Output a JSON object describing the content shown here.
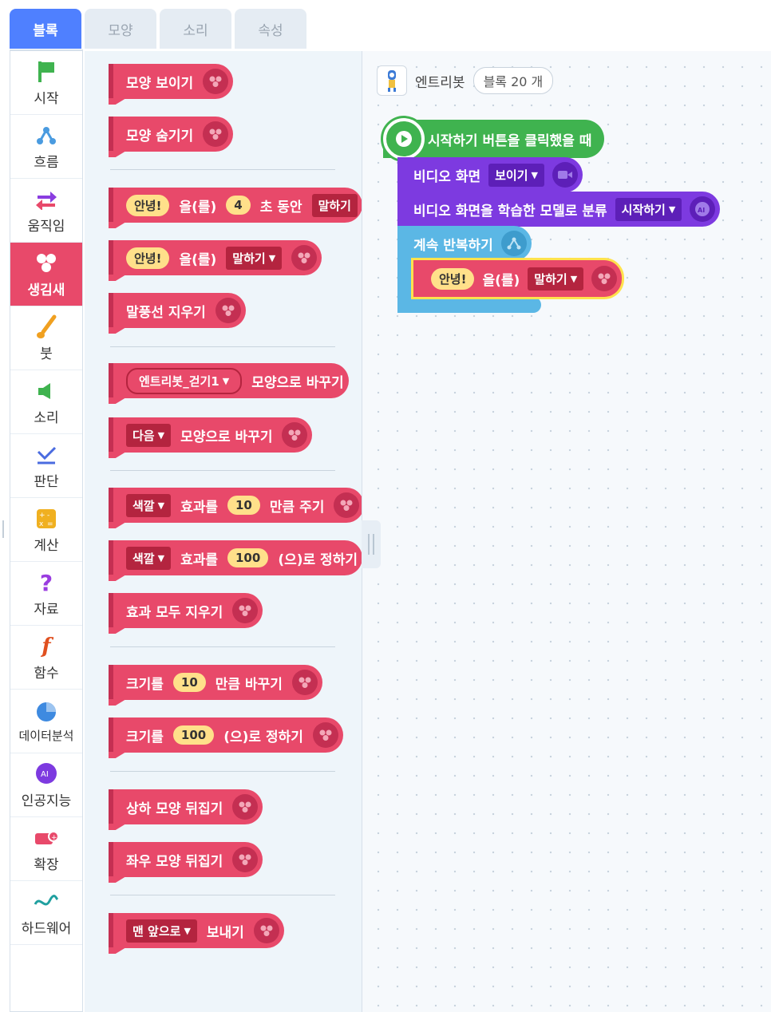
{
  "tabs": [
    "블록",
    "모양",
    "소리",
    "속성"
  ],
  "categories": [
    {
      "label": "시작",
      "icon": "flag-icon",
      "color": "#3fb34f"
    },
    {
      "label": "흐름",
      "icon": "flow-icon",
      "color": "#4a9be0"
    },
    {
      "label": "움직임",
      "icon": "move-arrows-icon",
      "color": "#8a3de0"
    },
    {
      "label": "생김새",
      "icon": "looks-icon",
      "color": "#ffffff"
    },
    {
      "label": "붓",
      "icon": "brush-icon",
      "color": "#f0a020"
    },
    {
      "label": "소리",
      "icon": "speaker-icon",
      "color": "#3fb34f"
    },
    {
      "label": "판단",
      "icon": "check-icon",
      "color": "#4a6be0"
    },
    {
      "label": "계산",
      "icon": "calculator-icon",
      "color": "#f0b020"
    },
    {
      "label": "자료",
      "icon": "question-icon",
      "color": "#9a3de0"
    },
    {
      "label": "함수",
      "icon": "function-icon",
      "color": "#e05020"
    },
    {
      "label": "데이터분석",
      "icon": "pie-chart-icon",
      "color": "#3e8ae0"
    },
    {
      "label": "인공지능",
      "icon": "ai-head-icon",
      "color": "#7d3ae0"
    },
    {
      "label": "확장",
      "icon": "extension-icon",
      "color": "#e8496a"
    },
    {
      "label": "하드웨어",
      "icon": "hardware-icon",
      "color": "#20a0a0"
    }
  ],
  "palette": {
    "show": "모양 보이기",
    "hide": "모양 숨기기",
    "say_for": {
      "text": "안녕!",
      "a": "을(를)",
      "sec": "4",
      "b": "초 동안",
      "mode": "말하기"
    },
    "say": {
      "text": "안녕!",
      "a": "을(를)",
      "mode": "말하기"
    },
    "clear_bubble": "말풍선 지우기",
    "change_to": {
      "shape": "엔트리봇_걷기1",
      "a": "모양으로 바꾸기"
    },
    "next_shape": {
      "opt": "다음",
      "a": "모양으로 바꾸기"
    },
    "effect_change": {
      "opt": "색깔",
      "a": "효과를",
      "val": "10",
      "b": "만큼 주기"
    },
    "effect_set": {
      "opt": "색깔",
      "a": "효과를",
      "val": "100",
      "b": "(으)로 정하기"
    },
    "clear_effects": "효과 모두 지우기",
    "size_change": {
      "a": "크기를",
      "val": "10",
      "b": "만큼 바꾸기"
    },
    "size_set": {
      "a": "크기를",
      "val": "100",
      "b": "(으)로 정하기"
    },
    "flip_v": "상하 모양 뒤집기",
    "flip_h": "좌우 모양 뒤집기",
    "front": {
      "opt": "맨 앞으로",
      "a": "보내기"
    }
  },
  "canvas": {
    "object_name": "엔트리봇",
    "block_count": "블록 20 개",
    "start_label": "시작하기 버튼을 클릭했을 때",
    "video_label": "비디오 화면",
    "video_opt": "보이기",
    "classify_label": "비디오 화면을 학습한 모델로 분류",
    "classify_opt": "시작하기",
    "loop_label": "계속 반복하기",
    "say_text": "안녕!",
    "say_a": "을(를)",
    "say_mode": "말하기"
  }
}
